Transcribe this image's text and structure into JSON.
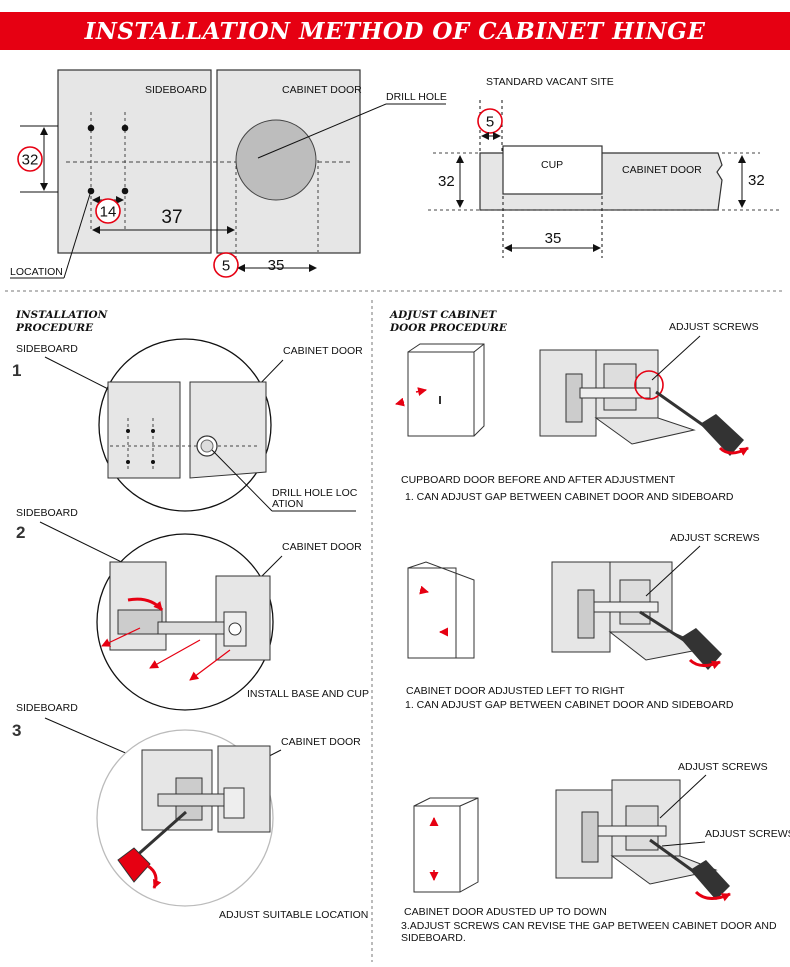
{
  "title": "INSTALLATION METHOD OF CABINET HINGE",
  "top_left": {
    "sideboard": "SIDEBOARD",
    "cabinet_door": "CABINET DOOR",
    "drill_hole": "DRILL HOLE",
    "location": "LOCATION",
    "dim_32": "32",
    "dim_14": "14",
    "dim_37": "37",
    "dim_5": "5",
    "dim_35": "35"
  },
  "top_right": {
    "standard_vacant_site": "STANDARD VACANT SITE",
    "cup": "CUP",
    "cabinet_door": "CABINET DOOR",
    "dim_5": "5",
    "dim_32_left": "32",
    "dim_32_right": "32",
    "dim_35": "35"
  },
  "installation": {
    "heading_line1": "INSTALLATION",
    "heading_line2": "PROCEDURE",
    "steps": [
      {
        "number": "1",
        "sideboard": "SIDEBOARD",
        "cabinet_door": "CABINET DOOR",
        "caption_line1": "DRILL HOLE LOC",
        "caption_line2": "ATION"
      },
      {
        "number": "2",
        "sideboard": "SIDEBOARD",
        "cabinet_door": "CABINET DOOR",
        "caption": "INSTALL BASE AND CUP"
      },
      {
        "number": "3",
        "sideboard": "SIDEBOARD",
        "cabinet_door": "CABINET DOOR",
        "caption": "ADJUST SUITABLE LOCATION"
      }
    ]
  },
  "adjust": {
    "heading_line1": "ADJUST CABINET",
    "heading_line2": "DOOR PROCEDURE",
    "rows": [
      {
        "screws": "ADJUST SCREWS",
        "caption1": "CUPBOARD DOOR BEFORE AND AFTER ADJUSTMENT",
        "caption2": "1. CAN ADJUST GAP BETWEEN CABINET DOOR AND SIDEBOARD"
      },
      {
        "screws": "ADJUST SCREWS",
        "caption1": "CABINET DOOR ADJUSTED LEFT TO RIGHT",
        "caption2": "1. CAN ADJUST GAP BETWEEN CABINET DOOR AND SIDEBOARD"
      },
      {
        "screws": "ADJUST SCREWS",
        "screws2": "ADJUST SCREWS",
        "caption1": "CABINET DOOR ADUSTED UP TO DOWN",
        "caption2": "3.ADJUST SCREWS   CAN REVISE THE GAP BETWEEN CABINET DOOR AND",
        "caption3": "SIDEBOARD."
      }
    ]
  },
  "colors": {
    "brand_red": "#e60012",
    "panel_gray": "#e6e6e6",
    "dark_gray": "#aaaaaa"
  }
}
